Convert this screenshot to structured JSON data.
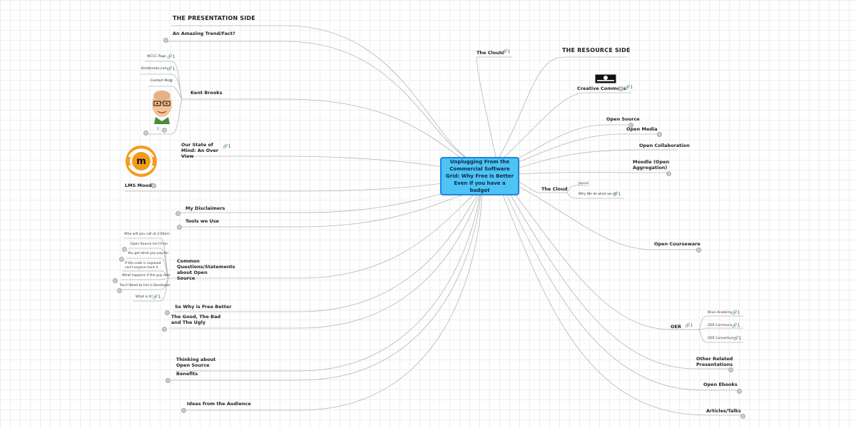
{
  "center_topic": "Unplugging From the Commercial Software Grid: Why Free is Better Even if you have a budget",
  "left_side": {
    "heading": "THE PRESENTATION SIDE",
    "amazing_trend": "An Amazing Trend/Fact?",
    "kent_brooks": {
      "label": "Kent Brooks",
      "children": [
        "WCCC Page",
        "Kentbrooks.com",
        "Contact Me"
      ],
      "attachment_count": "2"
    },
    "state_of_mind": "Our State of Mind: An Over View",
    "lms_moodle": "LMS Moodle",
    "disclaimers": "My Disclaimers",
    "tools": "Tools we Use",
    "common_questions": {
      "label": "Common Questions/Statements about Open Source",
      "children": [
        "Who will you call at 2:00am",
        "Open Source Isn't Free",
        "You get what you pay for",
        "If the code is exposed can't anyone hack it",
        "What happens if the guy dies",
        "You'll Need to hire a Developer",
        "What is it?"
      ]
    },
    "why_free_better": "So Why is Free Better",
    "good_bad_ugly": "The Good, The Bad and The Ugly",
    "thinking_open_source": "Thinking about Open Source",
    "benefits": "Benefits",
    "ideas_audience": "Ideas from the Audience"
  },
  "right_side": {
    "heading": "THE RESOURCE SIDE",
    "the_clould": "The Clould",
    "creative_commons": "Creative Commons",
    "open_source": "Open Source",
    "open_media": "Open Media",
    "open_collaboration": "Open Collaboration",
    "moodle_open_aggregation": "Moodle (Open Aggregation)",
    "the_cloud": {
      "label": "The Cloud",
      "children": [
        "Jaycut",
        "Why We do what we do"
      ]
    },
    "open_courseware": "Open Courseware",
    "oer": {
      "label": "OER",
      "children": [
        "Khan Academy",
        "OER Commons",
        "OER Consortium"
      ]
    },
    "other_presentations": "Other Related Presentations",
    "open_ebooks": "Open Ebooks",
    "articles_talks": "Articles/Talks"
  },
  "link_count": "1",
  "colors": {
    "center_fill": "#4ec3f5",
    "center_border": "#1f86d6",
    "connector": "#b5b5b5",
    "grid": "#eeeeee"
  },
  "icons": {
    "link": "link-icon",
    "note": "note-icon",
    "attachment": "attachment-icon",
    "creative_commons": "creative-commons-badge-icon",
    "moodle": "moodle-powered-logo-icon",
    "avatar": "avatar-image-icon"
  }
}
